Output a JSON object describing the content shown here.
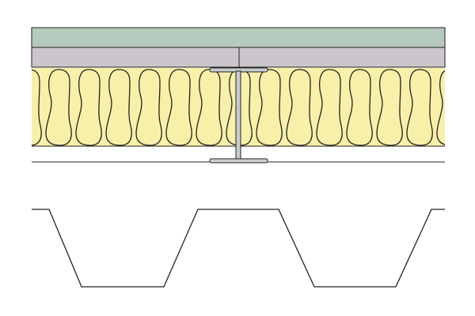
{
  "diagram": {
    "layers": [
      {
        "name": "outer-board",
        "color": "#b5c9bc"
      },
      {
        "name": "inner-board",
        "color": "#cbc6cb"
      },
      {
        "name": "insulation",
        "color": "#f8f0a8"
      }
    ],
    "stud": {
      "name": "steel-i-stud",
      "color": "#c9cdd0"
    },
    "profile": {
      "name": "trapezoidal-deck",
      "type": "trapezoidal"
    },
    "line_color": "#222222"
  }
}
